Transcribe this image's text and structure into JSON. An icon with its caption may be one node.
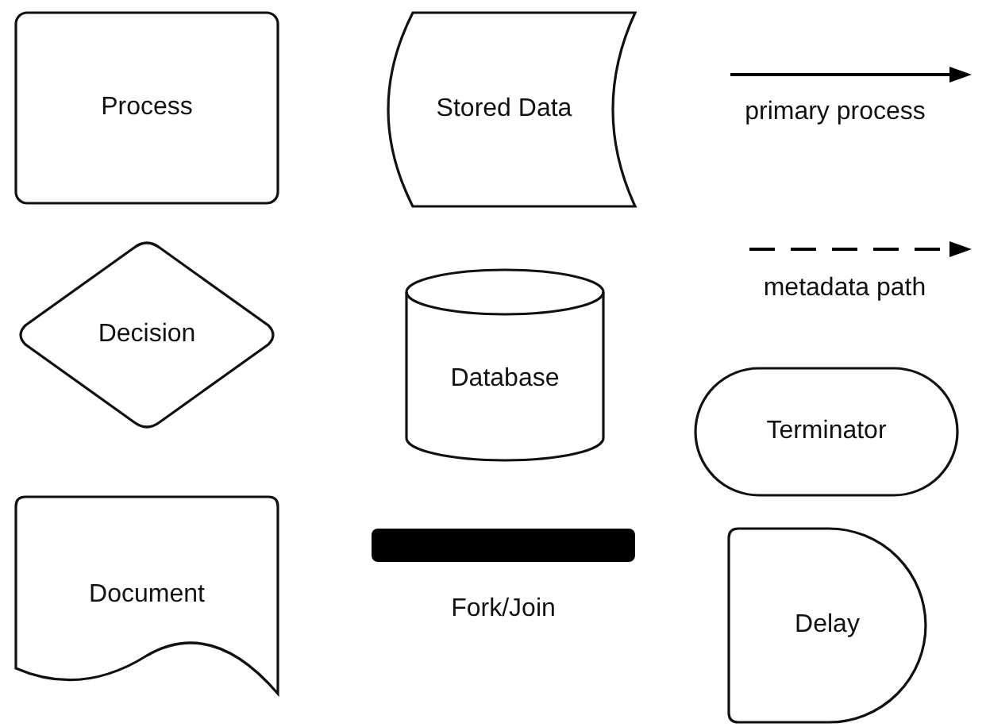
{
  "diagram": {
    "nodes": [
      {
        "text": [
          "Process"
        ]
      },
      {
        "text": [
          "Stored Data"
        ]
      },
      {
        "text": [
          "Decision"
        ]
      },
      {
        "text": [
          "Database"
        ]
      },
      {
        "text": [
          "Terminator"
        ]
      },
      {
        "text": [
          "Document"
        ]
      },
      {
        "text": [],
        "shape": "bar",
        "beside": [
          "Fork/Join"
        ]
      },
      {
        "text": [
          "Delay"
        ]
      }
    ],
    "legend": [
      {
        "text": "primary process"
      },
      {
        "text": "metadata path"
      }
    ]
  }
}
